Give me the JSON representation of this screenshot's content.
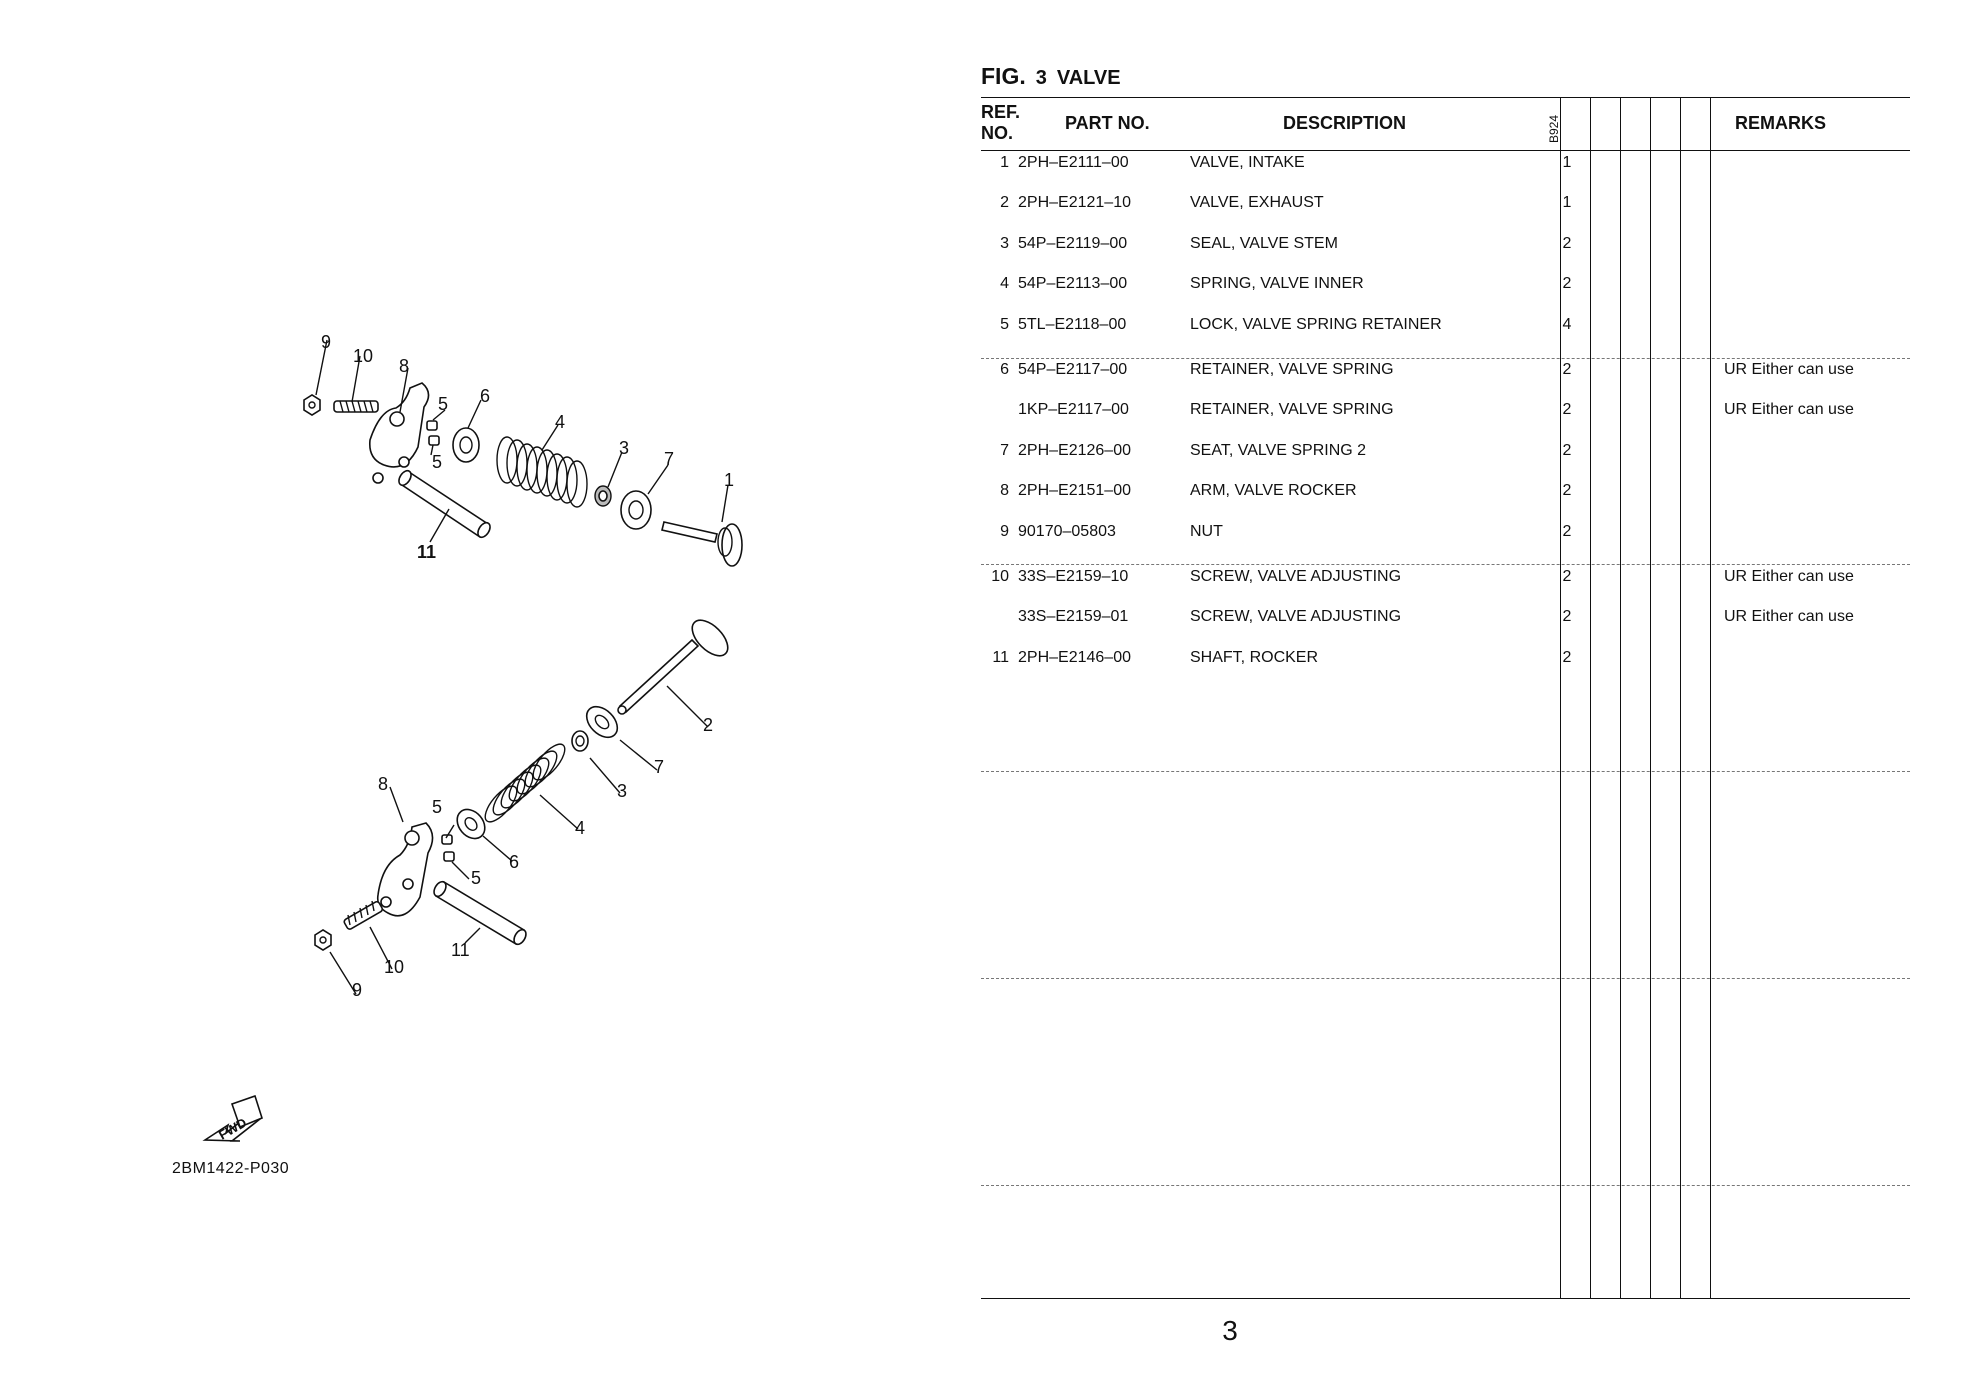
{
  "diagram": {
    "callouts": [
      "1",
      "2",
      "3",
      "4",
      "5",
      "6",
      "7",
      "8",
      "9",
      "10",
      "11"
    ],
    "fwd_label": "FWD",
    "fwd_icon": "forward-arrow-icon",
    "image_code": "2BM1422-P030"
  },
  "figure": {
    "label": "FIG.",
    "number": "3",
    "name": "VALVE"
  },
  "table": {
    "headers": {
      "ref_no": "REF.\nNO.",
      "part_no": "PART NO.",
      "description": "DESCRIPTION",
      "model_code": "B924",
      "remarks": "REMARKS"
    },
    "rows": [
      {
        "ref": "1",
        "part_no": "2PH–E2111–00",
        "description": "VALVE, INTAKE",
        "qty": "1",
        "remarks": ""
      },
      {
        "ref": "2",
        "part_no": "2PH–E2121–10",
        "description": "VALVE, EXHAUST",
        "qty": "1",
        "remarks": ""
      },
      {
        "ref": "3",
        "part_no": "54P–E2119–00",
        "description": "SEAL, VALVE STEM",
        "qty": "2",
        "remarks": ""
      },
      {
        "ref": "4",
        "part_no": "54P–E2113–00",
        "description": "SPRING, VALVE INNER",
        "qty": "2",
        "remarks": ""
      },
      {
        "ref": "5",
        "part_no": "5TL–E2118–00",
        "description": "LOCK, VALVE SPRING RETAINER",
        "qty": "4",
        "remarks": ""
      },
      {
        "ref": "6",
        "part_no": "54P–E2117–00",
        "description": "RETAINER, VALVE SPRING",
        "qty": "2",
        "remarks": "UR Either can use"
      },
      {
        "ref": "",
        "part_no": "1KP–E2117–00",
        "description": "RETAINER, VALVE SPRING",
        "qty": "2",
        "remarks": "UR Either can use"
      },
      {
        "ref": "7",
        "part_no": "2PH–E2126–00",
        "description": "SEAT, VALVE SPRING 2",
        "qty": "2",
        "remarks": ""
      },
      {
        "ref": "8",
        "part_no": "2PH–E2151–00",
        "description": "ARM, VALVE ROCKER",
        "qty": "2",
        "remarks": ""
      },
      {
        "ref": "9",
        "part_no": "90170–05803",
        "description": "NUT",
        "qty": "2",
        "remarks": ""
      },
      {
        "ref": "10",
        "part_no": "33S–E2159–10",
        "description": "SCREW, VALVE ADJUSTING",
        "qty": "2",
        "remarks": "UR Either can use"
      },
      {
        "ref": "",
        "part_no": "33S–E2159–01",
        "description": "SCREW, VALVE ADJUSTING",
        "qty": "2",
        "remarks": "UR Either can use"
      },
      {
        "ref": "11",
        "part_no": "2PH–E2146–00",
        "description": "SHAFT, ROCKER",
        "qty": "2",
        "remarks": ""
      }
    ]
  },
  "page_number": "3"
}
